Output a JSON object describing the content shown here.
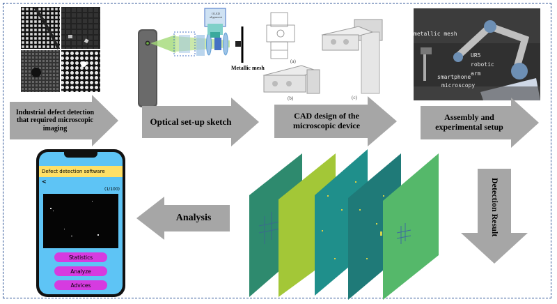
{
  "steps": {
    "industrial": "Industrial defect detection that required microscopic imaging",
    "optical": "Optical set-up sketch",
    "cad": "CAD design of the microscopic device",
    "assembly": "Assembly and experimental setup",
    "detection": "Detection Result",
    "analysis": "Analysis"
  },
  "optical_labels": {
    "mesh": "Metallic mesh",
    "alignment": "OLED alignment"
  },
  "cad_labels": {
    "a": "(a)",
    "b": "(b)",
    "c": "(c)"
  },
  "photo_labels": {
    "mesh": "metallic mesh",
    "robot": "UR5 robotic arm",
    "phone": "smartphone",
    "micro": "microscopy"
  },
  "phone": {
    "title": "Defect detection software",
    "counter": "(1/100)",
    "back": "<",
    "buttons": [
      "Statistics",
      "Analyze",
      "Advices"
    ]
  },
  "colors": {
    "arrow": "#a6a6a6",
    "frame": "#2f5597",
    "phone_header": "#ffe066",
    "phone_screen": "#5ec4f5",
    "button": "#d63be0"
  }
}
